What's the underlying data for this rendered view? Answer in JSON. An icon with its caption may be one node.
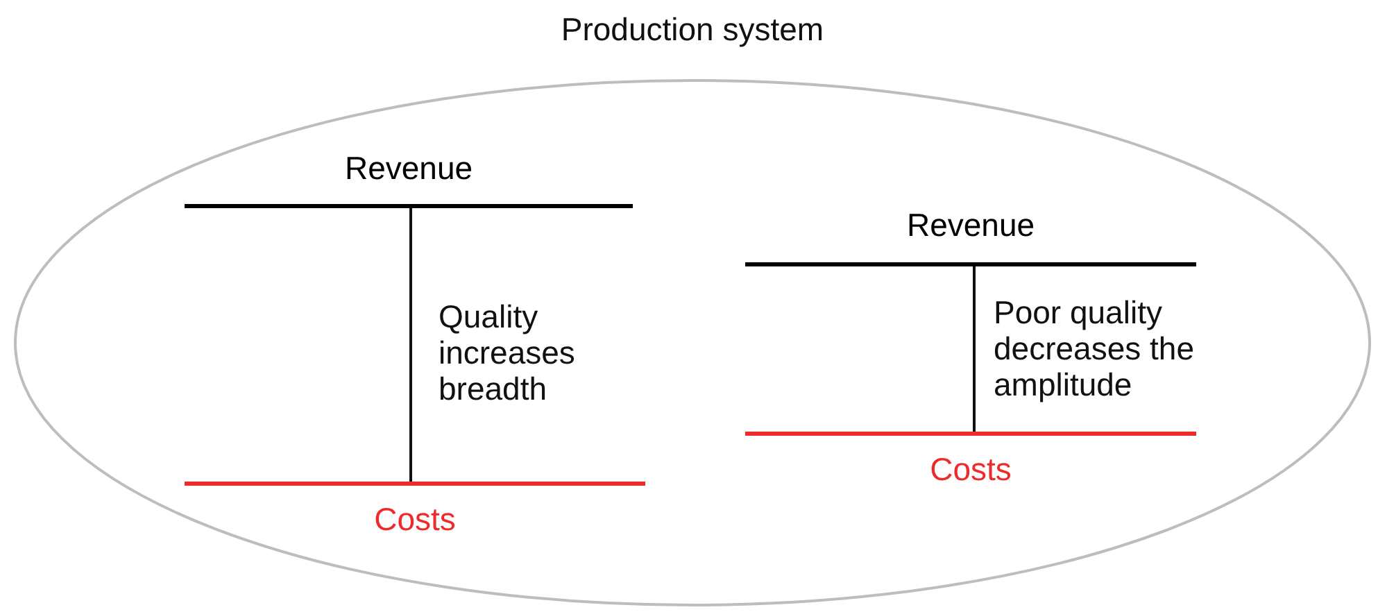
{
  "diagram": {
    "nodes": [
      {
        "text": [
          "Production system"
        ]
      },
      {
        "text": [
          "Revenue"
        ],
        "in": 0
      },
      {
        "text": [
          "Costs"
        ],
        "in": 0
      },
      {
        "text": [
          "Revenue"
        ],
        "in": 0
      },
      {
        "text": [
          "Costs"
        ],
        "in": 0
      }
    ],
    "edges": [
      {
        "from": 1,
        "to": 2,
        "arrow": "none",
        "label": "Quality increases breadth"
      },
      {
        "from": 3,
        "to": 4,
        "arrow": "none",
        "label": "Poor quality decreases the amplitude"
      }
    ]
  }
}
